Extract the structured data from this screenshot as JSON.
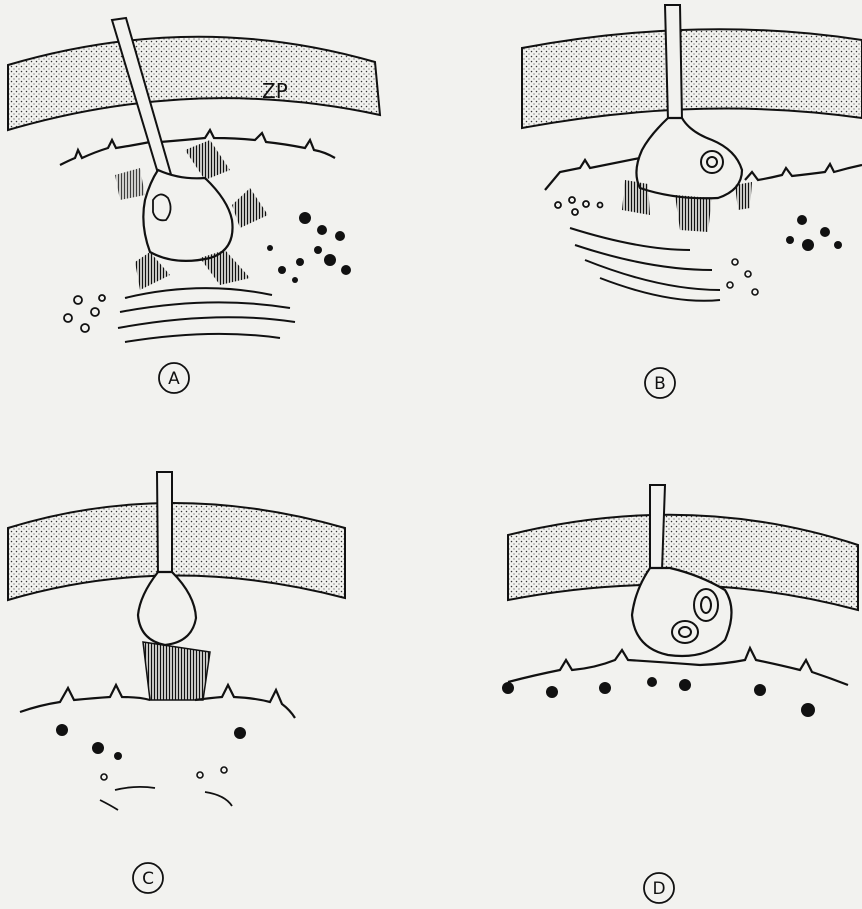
{
  "figure": {
    "zona_label": "ZP",
    "panels": [
      {
        "label": "A"
      },
      {
        "label": "B"
      },
      {
        "label": "C"
      },
      {
        "label": "D"
      }
    ]
  }
}
